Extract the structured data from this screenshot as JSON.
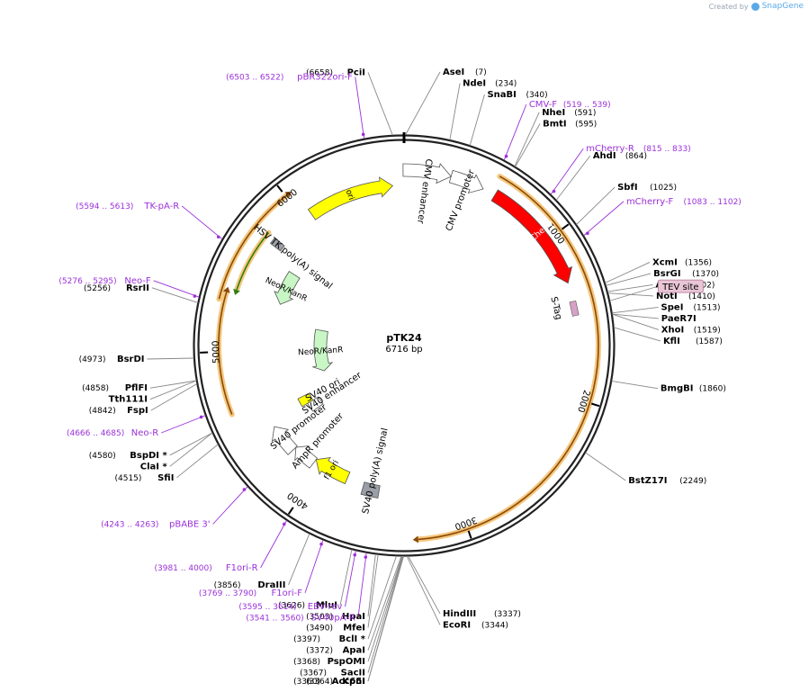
{
  "credit": {
    "prefix": "Created by",
    "brand": "SnapGene"
  },
  "plasmid": {
    "name": "pTK24",
    "size": "6716 bp",
    "length": 6716
  },
  "ticks": [
    {
      "label": "1000",
      "bp": 1000
    },
    {
      "label": "2000",
      "bp": 2000
    },
    {
      "label": "3000",
      "bp": 3000
    },
    {
      "label": "4000",
      "bp": 4000
    },
    {
      "label": "5000",
      "bp": 5000
    },
    {
      "label": "6000",
      "bp": 6000
    }
  ],
  "features": [
    {
      "name": "ori",
      "start": 6060,
      "end": 6640,
      "color": "#ffff00",
      "dir": 1,
      "ring": 178
    },
    {
      "name": "CMV enhancer",
      "start": 6710,
      "end": 290,
      "color": "#ffffff",
      "dir": 1,
      "ring": 195
    },
    {
      "name": "CMV promoter",
      "start": 290,
      "end": 500,
      "color": "#ffffff",
      "dir": 1,
      "ring": 195
    },
    {
      "name": "mCherry",
      "start": 580,
      "end": 1290,
      "color": "#ff0000",
      "dir": 1,
      "ring": 195
    },
    {
      "name": "NeoR/KanR",
      "start": 5380,
      "end": 5650,
      "color": "#c8f7c5",
      "dir": -1,
      "ring": 145
    },
    {
      "name": "NeoR/KanR",
      "start": 4710,
      "end": 5230,
      "color": "#c8f7c5",
      "dir": -1,
      "ring": 93
    },
    {
      "name": "SV40 ori",
      "start": 4460,
      "end": 4540,
      "color": "#ffff00",
      "dir": 0,
      "ring": 125
    },
    {
      "name": "SV40 enhancer",
      "start": 4370,
      "end": 4460,
      "color": "#ffffff",
      "dir": 0,
      "ring": 118
    },
    {
      "name": "SV40 promoter",
      "start": 4230,
      "end": 4440,
      "color": "#ffffff",
      "dir": 1,
      "ring": 170
    },
    {
      "name": "AmpR promoter",
      "start": 4060,
      "end": 4230,
      "color": "#ffffff",
      "dir": 1,
      "ring": 165
    },
    {
      "name": "f1 ori",
      "start": 3790,
      "end": 4060,
      "color": "#ffff00",
      "dir": 1,
      "ring": 160
    },
    {
      "name": "SV40 poly(A) signal",
      "start": 3540,
      "end": 3660,
      "color": "#9a9ea6",
      "dir": 0,
      "ring": 165
    },
    {
      "name": "HSV TK poly(A) signal",
      "start": 5735,
      "end": 5780,
      "color": "#9a9ea6",
      "dir": 0,
      "ring": 180
    }
  ],
  "orf_arcs": [
    {
      "start": 550,
      "end": 3280,
      "dir": 1
    },
    {
      "start": 5300,
      "end": 6010,
      "dir": 1
    },
    {
      "start": 4630,
      "end": 5350,
      "dir": 1
    },
    {
      "start": 5380,
      "end": 5780,
      "dir": -1
    }
  ],
  "enzymes_right": [
    {
      "name": "AseI",
      "pos": "(7)",
      "bp": 7
    },
    {
      "name": "NdeI",
      "pos": "(234)",
      "bp": 234
    },
    {
      "name": "SnaBI",
      "pos": "(340)",
      "bp": 340
    },
    {
      "name": "NheI",
      "pos": "(591)",
      "bp": 591
    },
    {
      "name": "BmtI",
      "pos": "(595)",
      "bp": 595
    },
    {
      "name": "AhdI",
      "pos": "(864)",
      "bp": 864
    },
    {
      "name": "SbfI",
      "pos": "(1025)",
      "bp": 1025
    },
    {
      "name": "XcmI",
      "pos": "(1356)",
      "bp": 1356
    },
    {
      "name": "BsrGI",
      "pos": "(1370)",
      "bp": 1370
    },
    {
      "name": "AgeI",
      "pos": "(1402)",
      "bp": 1402
    },
    {
      "name": "NotI",
      "pos": "(1410)",
      "bp": 1410
    },
    {
      "name": "SpeI",
      "pos": "(1513)",
      "bp": 1513
    },
    {
      "name": "PaeR7I",
      "pos": "",
      "bp": 1519
    },
    {
      "name": "XhoI",
      "pos": "(1519)",
      "bp": 1519
    },
    {
      "name": "KflI",
      "pos": "(1587)",
      "bp": 1587
    },
    {
      "name": "BmgBI",
      "pos": "(1860)",
      "bp": 1860
    },
    {
      "name": "BstZ17I",
      "pos": "(2249)",
      "bp": 2249
    },
    {
      "name": "HindIII",
      "pos": "(3337)",
      "bp": 3337
    },
    {
      "name": "EcoRI",
      "pos": "(3344)",
      "bp": 3344
    }
  ],
  "enzymes_left": [
    {
      "name": "PciI",
      "pos": "(6658)",
      "bp": 6658
    },
    {
      "name": "RsrII",
      "pos": "(5256)",
      "bp": 5256
    },
    {
      "name": "BsrDI",
      "pos": "(4973)",
      "bp": 4973
    },
    {
      "name": "PflFI",
      "pos": "(4858)",
      "bp": 4858
    },
    {
      "name": "Tth111I",
      "pos": "",
      "bp": 4858
    },
    {
      "name": "FspI",
      "pos": "(4842)",
      "bp": 4842
    },
    {
      "name": "BspDI *",
      "pos": "(4580)",
      "bp": 4580
    },
    {
      "name": "ClaI *",
      "pos": "",
      "bp": 4580
    },
    {
      "name": "SfiI",
      "pos": "(4515)",
      "bp": 4515
    },
    {
      "name": "DraIII",
      "pos": "(3856)",
      "bp": 3856
    },
    {
      "name": "MluI",
      "pos": "(3626)",
      "bp": 3626
    },
    {
      "name": "HpaI",
      "pos": "(3503)",
      "bp": 3503
    },
    {
      "name": "MfeI",
      "pos": "(3490)",
      "bp": 3490
    },
    {
      "name": "BclI *",
      "pos": "(3397)",
      "bp": 3397
    },
    {
      "name": "ApaI",
      "pos": "(3372)",
      "bp": 3372
    },
    {
      "name": "PspOMI",
      "pos": "(3368)",
      "bp": 3368
    },
    {
      "name": "SacII",
      "pos": "(3367)",
      "bp": 3367
    },
    {
      "name": "KpnI",
      "pos": "(3364)",
      "bp": 3364
    },
    {
      "name": "Acc65I",
      "pos": "(3360)",
      "bp": 3360
    }
  ],
  "primers": [
    {
      "name": "pBR322ori-F",
      "range": "(6503 .. 6522)",
      "bp": 6512
    },
    {
      "name": "CMV-F",
      "range": "(519 .. 539)",
      "bp": 529
    },
    {
      "name": "mCherry-R",
      "range": "(815 .. 833)",
      "bp": 824
    },
    {
      "name": "mCherry-F",
      "range": "(1083 .. 1102)",
      "bp": 1092
    },
    {
      "name": "TK-pA-R",
      "range": "(5594 .. 5613)",
      "bp": 5603
    },
    {
      "name": "Neo-F",
      "range": "(5276 .. 5295)",
      "bp": 5285
    },
    {
      "name": "Neo-R",
      "range": "(4666 .. 4685)",
      "bp": 4675
    },
    {
      "name": "pBABE 3'",
      "range": "(4243 .. 4263)",
      "bp": 4253
    },
    {
      "name": "F1ori-R",
      "range": "(3981 .. 4000)",
      "bp": 3990
    },
    {
      "name": "F1ori-F",
      "range": "(3769 .. 3790)",
      "bp": 3780
    },
    {
      "name": "EBV-rev",
      "range": "(3595 .. 3614)",
      "bp": 3605
    },
    {
      "name": "SV40pA-R",
      "range": "(3541 .. 3560)",
      "bp": 3550
    }
  ],
  "misc": [
    {
      "name": "TEV site",
      "bp": 1450
    },
    {
      "name": "S-Tag",
      "bp": 1430
    }
  ],
  "colors": {
    "backbone": "#222222",
    "primer": "#9b30d9",
    "orf_halo": "#f5c77e",
    "orf": "#8a4b08"
  }
}
